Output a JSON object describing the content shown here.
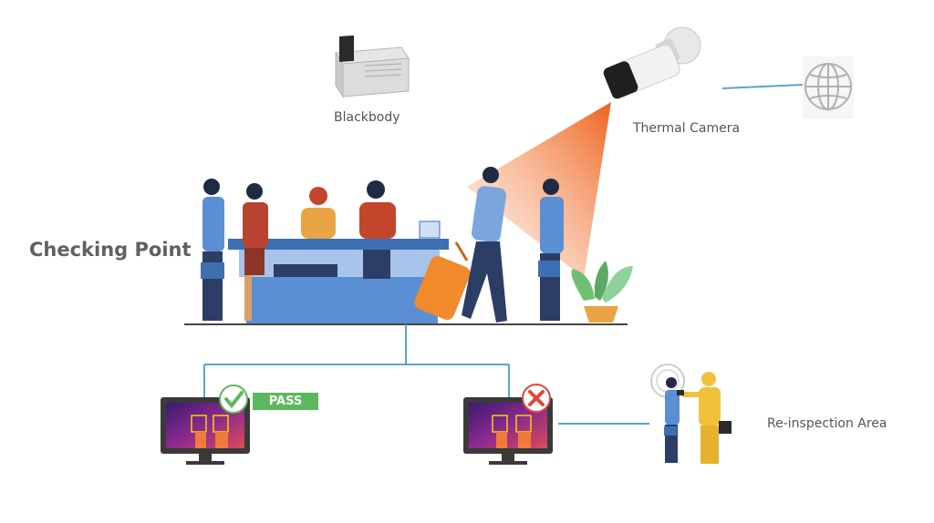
{
  "labels": {
    "checking_point": "Checking Point",
    "blackbody": "Blackbody",
    "thermal_camera": "Thermal Camera",
    "reinspection_area": "Re-inspection Area",
    "pass": "PASS"
  },
  "colors": {
    "connector": "#5ba3c9",
    "counter": "#5b8fd4",
    "counter_dark": "#3f6fb3",
    "beam": "#ef6a1f",
    "pass_green": "#5cb85c",
    "fail_red": "#e0463c",
    "hazmat_yellow": "#f0c23b",
    "luggage": "#f08a2b"
  },
  "icons": [
    "blackbody-device-icon",
    "thermal-camera-icon",
    "network-globe-icon",
    "check-icon",
    "cross-icon"
  ]
}
